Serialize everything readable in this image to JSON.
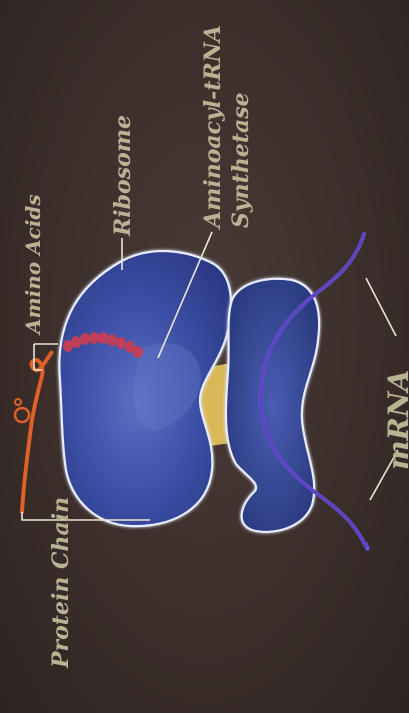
{
  "diagram": {
    "labels": {
      "protein_chain": "Protein Chain",
      "amino_acids": "Amino Acids",
      "ribosome": "Ribosome",
      "synthetase_line1": "Aminoacyl-tRNA",
      "synthetase_line2": "Synthetase",
      "mrna": "mRNA"
    },
    "colors": {
      "background": "#3a2d2a",
      "ribosome_large": "#3c4fa6",
      "ribosome_small": "#34468f",
      "trna": "#e6c45a",
      "protein_chain": "#e0602a",
      "amino_acids": "#c0405a",
      "mrna": "#6a4fd4",
      "label_text": "#b9b394",
      "leader_line": "#ece6d4"
    }
  }
}
